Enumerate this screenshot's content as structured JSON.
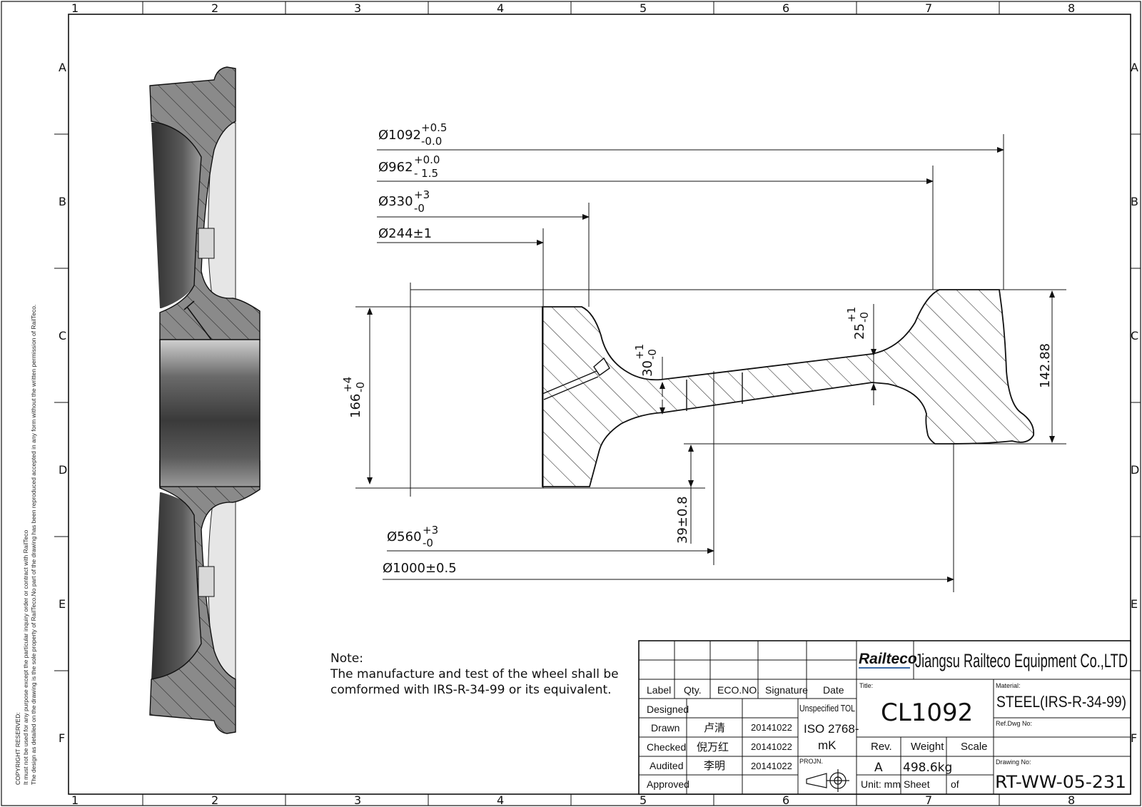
{
  "border": {
    "columns": [
      "1",
      "2",
      "3",
      "4",
      "5",
      "6",
      "7",
      "8"
    ],
    "rows": [
      "A",
      "B",
      "C",
      "D",
      "E",
      "F"
    ]
  },
  "dimensions": {
    "d1092": {
      "value": "Ø1092",
      "upper": "+0.5",
      "lower": "-0.0"
    },
    "d962": {
      "value": "Ø962",
      "upper": "+0.0",
      "lower": "- 1.5"
    },
    "d330": {
      "value": "Ø330",
      "upper": "+3",
      "lower": "-0"
    },
    "d244": {
      "value": "Ø244±1"
    },
    "h166": {
      "value": "166",
      "upper": "+4",
      "lower": "-0"
    },
    "w30": {
      "value": "30",
      "upper": "+1",
      "lower": "-0"
    },
    "w25": {
      "value": "25",
      "upper": "+1",
      "lower": "-0"
    },
    "h142": {
      "value": "142.88"
    },
    "w39": {
      "value": "39±0.8"
    },
    "d560": {
      "value": "Ø560",
      "upper": "+3",
      "lower": "-0"
    },
    "d1000": {
      "value": "Ø1000±0.5"
    }
  },
  "note": {
    "heading": "Note:",
    "line1": "The manufacture and test of the wheel shall be",
    "line2": "comformed with IRS-R-34-99 or its equivalent."
  },
  "copyright": {
    "title": "COPYRIGHT RESERVED:",
    "line1": "It must not be used for any purpose except the particular inquiry order or contract with RailTeco",
    "line2": "The design as detailed on the drawing is the sole property of RailTeco.No part of the drawing has been reproduced accepted in any form without the written permission of RailTeco."
  },
  "title_block": {
    "logo": "Railteco",
    "company": "Jiangsu Railteco Equipment Co.,LTD",
    "headers": {
      "label": "Label",
      "qty": "Qty.",
      "eco": "ECO.NO.",
      "signature": "Signature",
      "date": "Date"
    },
    "designed": "Designed",
    "drawn": {
      "role": "Drawn",
      "name": "卢清",
      "date": "20141022"
    },
    "checked": {
      "role": "Checked",
      "name": "倪万红",
      "date": "20141022"
    },
    "audited": {
      "role": "Audited",
      "name": "李明",
      "date": "20141022"
    },
    "approved": "Approved",
    "tolerance_label": "Unspecified TOL",
    "tolerance_line1": "ISO 2768-",
    "tolerance_line2": "mK",
    "projection_label": "PROJN.",
    "title_caption": "Title:",
    "title": "CL1092",
    "material_caption": "Material:",
    "material": "STEEL(IRS-R-34-99)",
    "ref_caption": "Ref.Dwg No:",
    "rev_label": "Rev.",
    "weight_label": "Weight",
    "scale_label": "Scale",
    "rev_value": "A",
    "weight_value": "498.6kg",
    "unit": "Unit:  mm",
    "sheet_label": "Sheet",
    "of_label": "of",
    "drawing_no_caption": "Drawing No:",
    "drawing_no": "RT-WW-05-231"
  }
}
